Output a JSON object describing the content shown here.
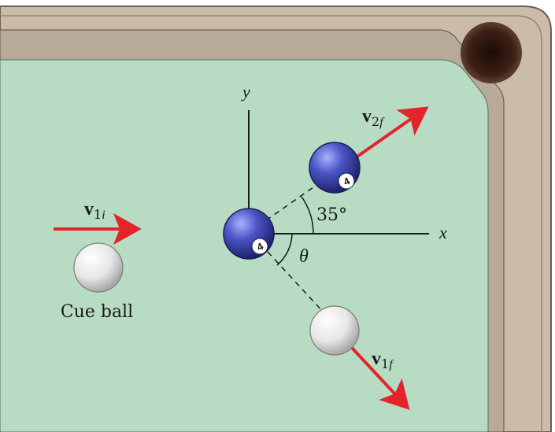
{
  "diagram": {
    "labels": {
      "x_axis": "x",
      "y_axis": "y",
      "angle_2f": "35°",
      "angle_1f": "θ",
      "cue_ball": "Cue ball"
    },
    "vectors": {
      "v1i": {
        "main": "v",
        "sub": "1",
        "sub_italic": "i"
      },
      "v2f": {
        "main": "v",
        "sub": "2",
        "sub_italic": "f"
      },
      "v1f": {
        "main": "v",
        "sub": "1",
        "sub_italic": "f"
      }
    },
    "balls": {
      "target_number": "4",
      "target_after_number": "4"
    },
    "colors": {
      "felt": "#b7dcc3",
      "rail": "#c7b7a6",
      "pocket": "#3b1c14",
      "arrow": "#e4242b",
      "purple_ball": "#4a4fb0",
      "white_ball": "#e8e8e8",
      "axis": "#1a1a1a"
    },
    "angles_deg": {
      "v2f_angle": 35
    }
  }
}
